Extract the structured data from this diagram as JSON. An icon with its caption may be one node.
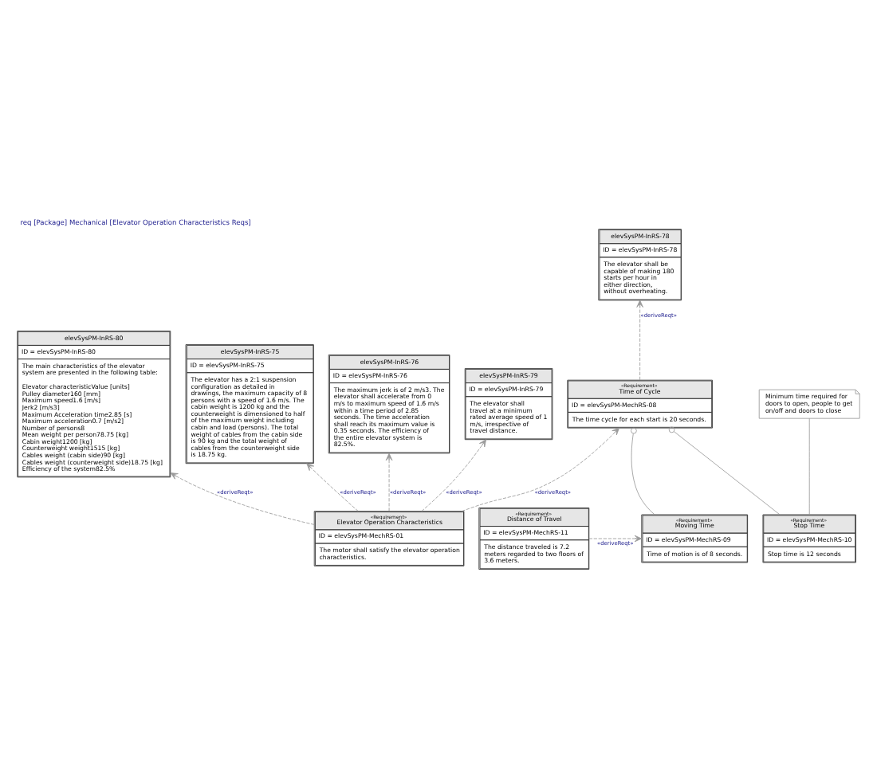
{
  "diagram": {
    "title": "req [Package] Mechanical [Elevator Operation Characteristics Reqs]",
    "nodes": [
      {
        "text": [
          "elevSysPM-InRS-80",
          "ID = elevSysPM-InRS-80",
          "The main characteristics of the elevator system are presented in the following table:",
          "Elevator characteristicValue [units]",
          "Pulley diameter160 [mm]",
          "Maximum speed1.6 [m/s]",
          "Jerk2 [m/s3]",
          "Maximum Acceleration time2.85 [s]",
          "Maximum acceleration0.7 [m/s2]",
          "Number of persons8",
          "Mean weight per person78.75 [kg]",
          "Cabin weight1200 [kg]",
          "Counterweight weight1515 [kg]",
          "Cables weight (cabin side)90 [kg]",
          "Cables weight (counterweight side)18.75 [kg]",
          "Efficiency of the system82.5%"
        ]
      },
      {
        "text": [
          "elevSysPM-InRS-75",
          "ID = elevSysPM-InRS-75",
          "The elevator has a 2:1 suspension configuration as detailed in drawings, the maximum capacity of 8 persons with a speed of 1.6 m/s. The cabin weight is 1200 kg and the counterweight is dimensioned to half of the maximum weight including cabin and load (persons). The total weight of cables from the cabin side is 90 kg and the total weight of cables from the counterweight side is 18.75 kg."
        ]
      },
      {
        "text": [
          "elevSysPM-InRS-76",
          "ID = elevSysPM-InRS-76",
          "The maximum jerk is of 2 m/s3. The elevator shall accelerate from 0 m/s to maximum speed of 1.6 m/s within a time period of 2.85 seconds. The time acceleration shall reach its maximum value is 0.35 seconds. The efficiency of the entire elevator system is 82.5%."
        ]
      },
      {
        "text": [
          "elevSysPM-InRS-79",
          "ID = elevSysPM-InRS-79",
          "The elevator shall travel at a minimum rated average speed of 1 m/s, irrespective of travel distance."
        ]
      },
      {
        "text": [
          "elevSysPM-InRS-78",
          "ID = elevSysPM-InRS-78",
          "The elevator shall be capable of making 180 starts per hour in either direction, without overheating."
        ]
      },
      {
        "text": [
          "«Requirement»",
          "Elevator Operation Characteristics",
          "ID = elevSysPM-MechRS-01",
          "The motor shall satisfy the elevator operation characteristics."
        ]
      },
      {
        "text": [
          "«Requirement»",
          "Time of Cycle",
          "ID = elevSysPM-MechRS-08",
          "The time cycle for each start is 20 seconds."
        ]
      },
      {
        "text": [
          "«Requirement»",
          "Distance of Travel",
          "ID = elevSysPM-MechRS-11",
          "The distance traveled is 7.2 meters regarded to two floors of 3.6 meters."
        ]
      },
      {
        "text": [
          "«Requirement»",
          "Moving Time",
          "ID = elevSysPM-MechRS-09",
          "Time of motion is of 8 seconds."
        ]
      },
      {
        "text": [
          "«Requirement»",
          "Stop Time",
          "ID = elevSysPM-MechRS-10",
          "Stop time is 12 seconds"
        ]
      },
      {
        "text": [
          "Minimum time required for doors to open, people to get on/off and doors to close"
        ]
      }
    ],
    "edges": [
      {
        "from": 5,
        "to": 0,
        "arrow": "to",
        "style": "dashed",
        "label": "«deriveReqt»"
      },
      {
        "from": 5,
        "to": 1,
        "arrow": "to",
        "style": "dashed",
        "label": "«deriveReqt»"
      },
      {
        "from": 5,
        "to": 2,
        "arrow": "to",
        "style": "dashed",
        "label": "«deriveReqt»"
      },
      {
        "from": 5,
        "to": 3,
        "arrow": "to",
        "style": "dashed",
        "label": "«deriveReqt»"
      },
      {
        "from": 5,
        "to": 6,
        "arrow": "to",
        "style": "dashed",
        "label": "«deriveReqt»"
      },
      {
        "from": 6,
        "to": 4,
        "arrow": "to",
        "style": "dashed",
        "label": "«deriveReqt»"
      },
      {
        "from": 7,
        "to": 8,
        "arrow": "to",
        "style": "dashed",
        "label": "«deriveReqt»"
      },
      {
        "from": 6,
        "to": 8,
        "arrow": "other"
      },
      {
        "from": 6,
        "to": 9,
        "arrow": "other"
      },
      {
        "from": 10,
        "to": 9,
        "arrow": "none"
      }
    ]
  }
}
